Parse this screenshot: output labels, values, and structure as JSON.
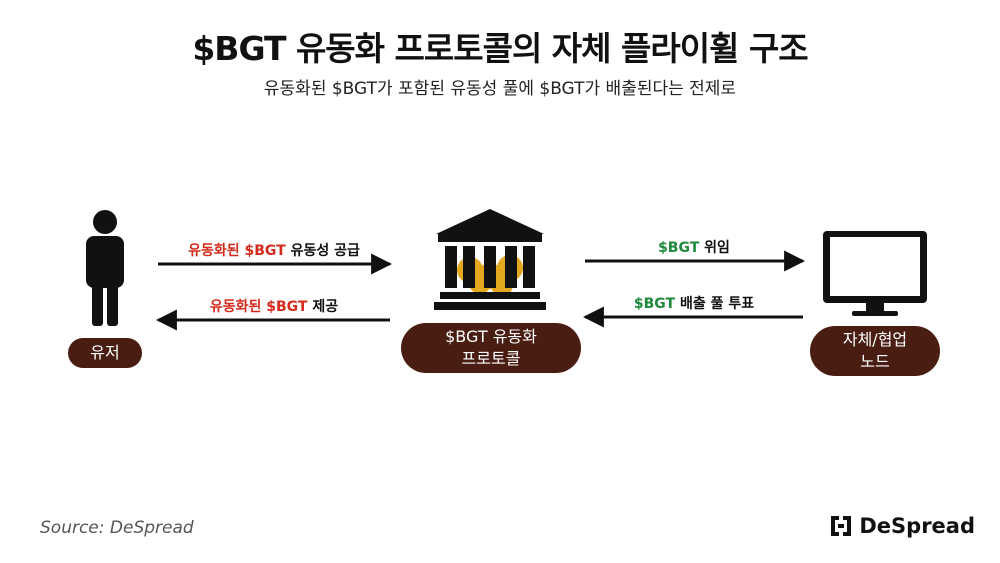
{
  "title": "$BGT 유동화 프로토콜의 자체 플라이휠 구조",
  "subtitle": "유동화된 $BGT가 포함된 유동성 풀에 $BGT가 배출된다는 전제로",
  "nodes": {
    "user": "유저",
    "protocol_line1": "$BGT 유동화",
    "protocol_line2": "프로토콜",
    "node_line1": "자체/협업",
    "node_line2": "노드"
  },
  "arrows": {
    "supply": {
      "red": "유동화된 $BGT",
      "dark": " 유동성 공급"
    },
    "provide": {
      "red": "유동화된 $BGT",
      "dark": " 제공"
    },
    "delegate": {
      "green": "$BGT",
      "dark": " 위임"
    },
    "vote": {
      "green": "$BGT",
      "dark": " 배출 풀 투표"
    }
  },
  "footer": {
    "source": "Source: DeSpread",
    "brand": "DeSpread"
  },
  "colors": {
    "pill": "#4a1d12",
    "red": "#d42a1c",
    "green": "#1f8a3e",
    "coin": "#e3a81f"
  },
  "icons": [
    "person-icon",
    "bank-icon",
    "monitor-icon",
    "despread-logo-icon"
  ]
}
